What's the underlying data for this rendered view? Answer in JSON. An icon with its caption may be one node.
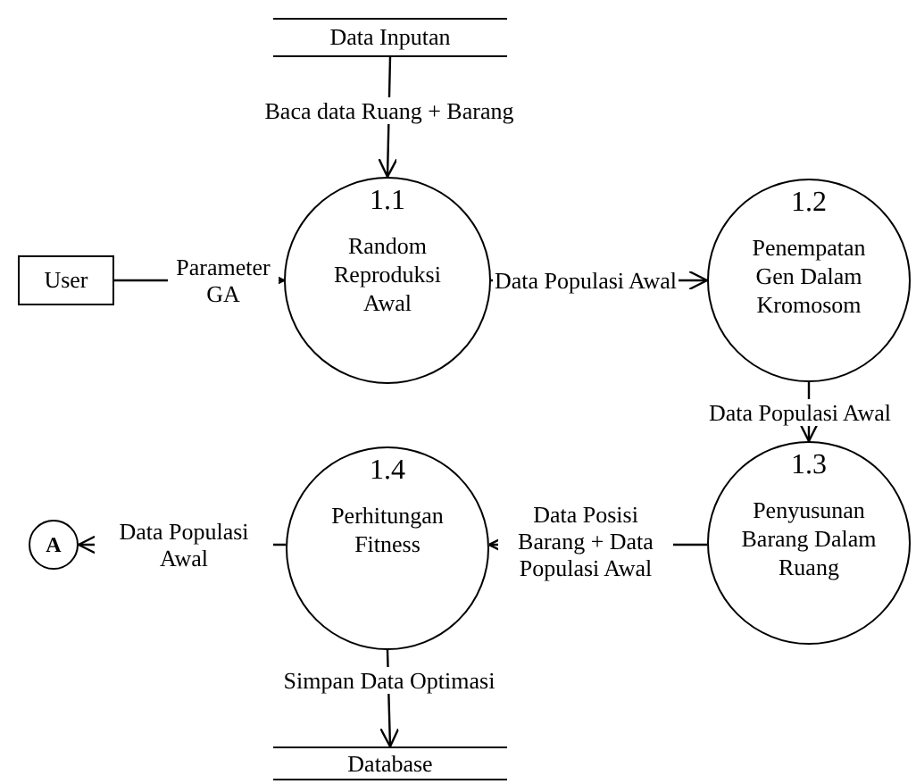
{
  "diagram": {
    "nodes": [
      {
        "text": [
          "Data Inputan"
        ]
      },
      {
        "text": [
          "User"
        ]
      },
      {
        "text": [
          "1.1",
          "Random Reproduksi Awal"
        ]
      },
      {
        "text": [
          "1.2",
          "Penempatan Gen Dalam Kromosom"
        ]
      },
      {
        "text": [
          "1.3",
          "Penyusunan Barang Dalam Ruang"
        ]
      },
      {
        "text": [
          "1.4",
          "Perhitungan Fitness"
        ]
      },
      {
        "text": [
          "A"
        ]
      },
      {
        "text": [
          "Database"
        ]
      }
    ],
    "edges": [
      {
        "from": 0,
        "to": 2,
        "arrow": "to",
        "label": "Baca data Ruang + Barang"
      },
      {
        "from": 1,
        "to": 2,
        "arrow": "to",
        "label": "Parameter GA"
      },
      {
        "from": 2,
        "to": 3,
        "arrow": "to",
        "label": "Data Populasi Awal"
      },
      {
        "from": 3,
        "to": 4,
        "arrow": "to",
        "label": "Data Populasi Awal"
      },
      {
        "from": 4,
        "to": 5,
        "arrow": "to",
        "label": "Data Posisi Barang + Data Populasi Awal"
      },
      {
        "from": 5,
        "to": 6,
        "arrow": "to",
        "label": "Data Populasi Awal"
      },
      {
        "from": 5,
        "to": 7,
        "arrow": "to",
        "label": "Simpan Data Optimasi"
      }
    ]
  }
}
